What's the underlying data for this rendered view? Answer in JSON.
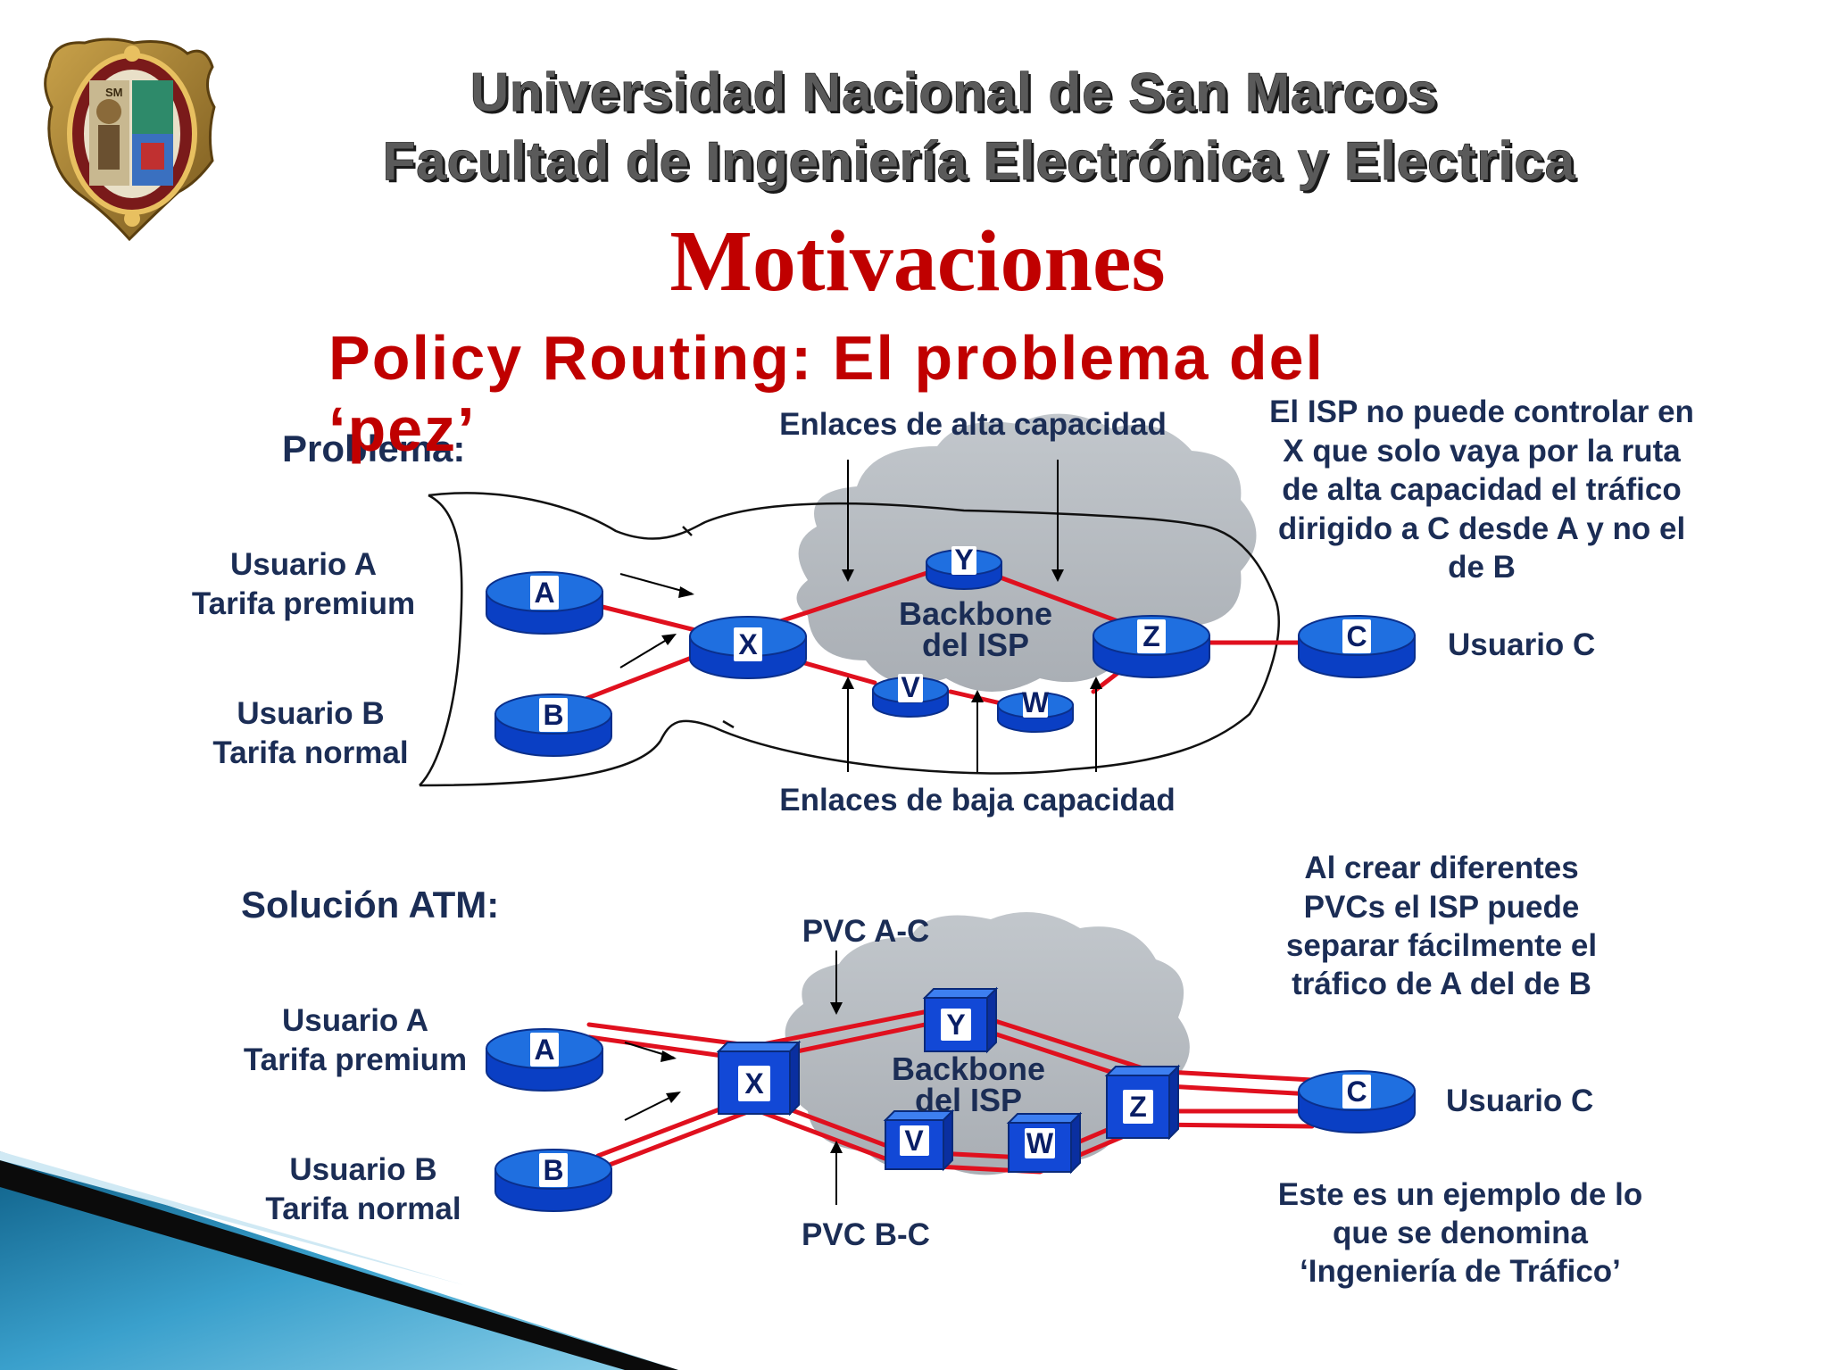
{
  "header": {
    "university": "Universidad Nacional de San Marcos",
    "faculty": "Facultad de Ingeniería Electrónica y Electrica"
  },
  "title": "Motivaciones",
  "subtitle_line1": "Policy Routing: El problema del",
  "subtitle_line2": "‘pez’",
  "problem": {
    "heading": "Problema:",
    "user_a_line1": "Usuario A",
    "user_a_line2": "Tarifa premium",
    "user_b_line1": "Usuario B",
    "user_b_line2": "Tarifa normal",
    "user_c": "Usuario C",
    "high_capacity_links": "Enlaces de alta capacidad",
    "low_capacity_links": "Enlaces de baja capacidad",
    "backbone_line1": "Backbone",
    "backbone_line2": "del ISP",
    "note": [
      "El ISP no puede controlar en",
      "X que solo vaya por la ruta",
      "de alta capacidad el tráfico",
      "dirigido a C desde A y no el",
      "de B"
    ],
    "nodes": {
      "a": "A",
      "b": "B",
      "x": "X",
      "y": "Y",
      "z": "Z",
      "v": "V",
      "w": "W",
      "c": "C"
    }
  },
  "solution": {
    "heading": "Solución ATM:",
    "user_a_line1": "Usuario A",
    "user_a_line2": "Tarifa premium",
    "user_b_line1": "Usuario B",
    "user_b_line2": "Tarifa normal",
    "user_c": "Usuario C",
    "pvc_ac": "PVC A-C",
    "pvc_bc": "PVC B-C",
    "backbone_line1": "Backbone",
    "backbone_line2": "del ISP",
    "note": [
      "Al crear diferentes",
      "PVCs el ISP puede",
      "separar fácilmente el",
      "tráfico de A del de B"
    ],
    "note2": [
      "Este es un ejemplo de lo",
      "que se denomina",
      "‘Ingeniería de Tráfico’"
    ],
    "nodes": {
      "a": "A",
      "b": "B",
      "x": "X",
      "y": "Y",
      "z": "Z",
      "v": "V",
      "w": "W",
      "c": "C"
    }
  },
  "colors": {
    "title_red": "#c00000",
    "label_navy": "#1b2d55",
    "link_red": "#e0101e",
    "router_blue": "#1f6fe0",
    "cloud_gray": "#b4b9bf"
  }
}
